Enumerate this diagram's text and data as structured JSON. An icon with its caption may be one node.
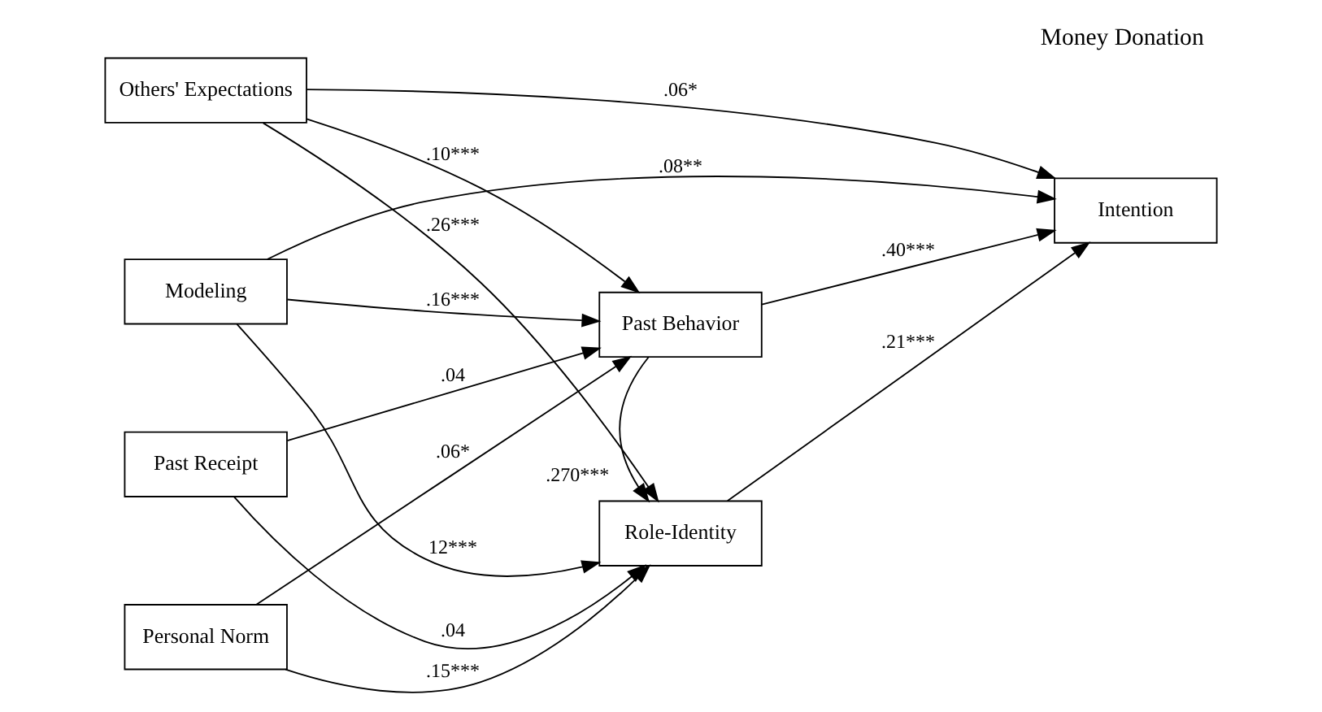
{
  "diagram": {
    "title": "Money Donation",
    "nodes": [
      {
        "text": [
          "Others' Expectations"
        ]
      },
      {
        "text": [
          "Modeling"
        ]
      },
      {
        "text": [
          "Past Receipt"
        ]
      },
      {
        "text": [
          "Personal Norm"
        ]
      },
      {
        "text": [
          "Past Behavior"
        ]
      },
      {
        "text": [
          "Role-Identity"
        ]
      },
      {
        "text": [
          "Intention"
        ]
      }
    ],
    "edges": [
      {
        "from": 0,
        "to": 6,
        "arrow": "to",
        "label": ".06*"
      },
      {
        "from": 0,
        "to": 4,
        "arrow": "to",
        "label": ".10***"
      },
      {
        "from": 0,
        "to": 5,
        "arrow": "to",
        "label": ".26***"
      },
      {
        "from": 1,
        "to": 6,
        "arrow": "to",
        "label": ".08**"
      },
      {
        "from": 1,
        "to": 4,
        "arrow": "to",
        "label": ".16***"
      },
      {
        "from": 1,
        "to": 5,
        "arrow": "to",
        "label": "12***"
      },
      {
        "from": 2,
        "to": 4,
        "arrow": "to",
        "label": ".04"
      },
      {
        "from": 2,
        "to": 5,
        "arrow": "to",
        "label": ".04"
      },
      {
        "from": 3,
        "to": 4,
        "arrow": "to",
        "label": ".06*"
      },
      {
        "from": 3,
        "to": 5,
        "arrow": "to",
        "label": ".15***"
      },
      {
        "from": 4,
        "to": 6,
        "arrow": "to",
        "label": ".40***"
      },
      {
        "from": 4,
        "to": 5,
        "arrow": "to",
        "label": ".270***"
      },
      {
        "from": 5,
        "to": 6,
        "arrow": "to",
        "label": ".21***"
      }
    ]
  }
}
